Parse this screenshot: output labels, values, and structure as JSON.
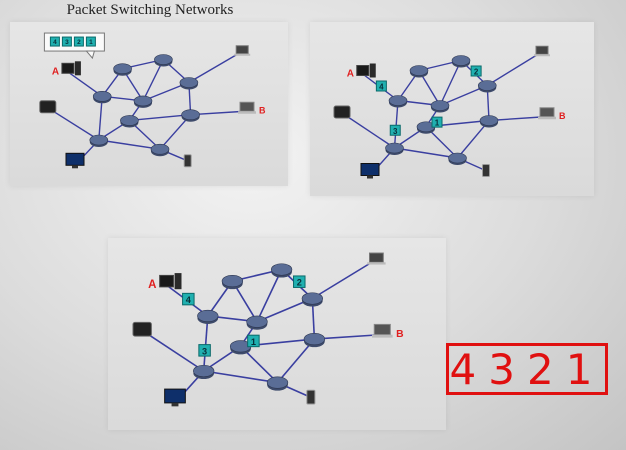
{
  "title": "Packet Switching Networks",
  "host_a_label": "A",
  "host_b_label": "B",
  "queue_packets": [
    "4",
    "3",
    "2",
    "1"
  ],
  "handwritten_answer": "4321",
  "colors": {
    "link": "#3a3fa0",
    "router": "#5a6d96",
    "packet": "#20b0b0",
    "host_label": "#e02020",
    "answer": "#e01010"
  },
  "panels": [
    {
      "name": "initial",
      "packets": []
    },
    {
      "name": "in-transit",
      "packets": [
        "4",
        "3",
        "1",
        "2"
      ]
    },
    {
      "name": "in-transit-zoom",
      "packets": [
        "4",
        "3",
        "1",
        "2"
      ]
    }
  ]
}
